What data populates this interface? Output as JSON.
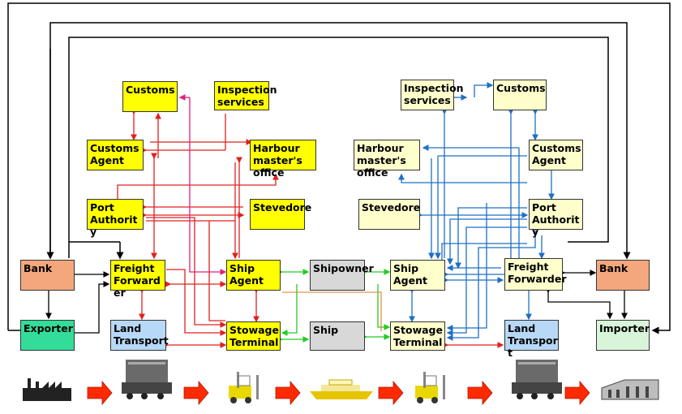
{
  "boxes": {
    "customs_left": "Customs",
    "inspection_left": "Inspection\n services",
    "customs_agent_left": "Customs\nAgent",
    "harbour_left": "Harbour\nmaster's\noffice",
    "port_authority_left": "Port\nAuthorit\ny",
    "stevedore_left": "Stevedore",
    "bank_left": "Bank",
    "freight_forwarder_left": "Freight\nForward\ner",
    "ship_agent_left": "Ship\nAgent",
    "shipowner": "Shipowner",
    "exporter": "Exporter",
    "land_transport_left": "Land\nTransport",
    "stowage_left": "Stowage\nTerminal",
    "ship": "Ship",
    "inspection_right": "Inspection\nservices",
    "customs_right": "Customs",
    "harbour_right": "Harbour\nmaster's\noffice",
    "customs_agent_right": "Customs\nAgent",
    "stevedore_right": "Stevedore",
    "port_authority_right": "Port\nAuthorit\ny",
    "ship_agent_right": "Ship\nAgent",
    "freight_forwarder_right": "Freight\nForwarder",
    "bank_right": "Bank",
    "stowage_right": "Stowage\nTerminal",
    "land_transport_right": "Land\nTranspor\nt",
    "importer": "Importer"
  },
  "flow_icons": [
    "factory-icon",
    "truck-train-icon",
    "forklift-icon",
    "ferry-icon",
    "forklift-icon",
    "truck-train-icon",
    "warehouse-icon"
  ],
  "colors": {
    "left_arrows": "#e02020",
    "ship_links": "#22cc22",
    "right_arrows": "#1f6fc4",
    "flow_arrows": "#ff2a00"
  }
}
